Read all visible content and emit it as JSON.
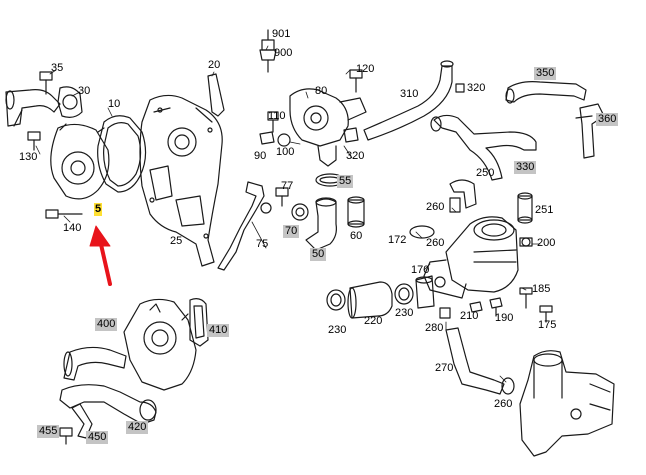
{
  "diagram": {
    "highlight_color": "#ffe033",
    "callout_color": "#c4c4c4",
    "arrow_color": "#e8141b",
    "highlighted_part": "5",
    "labels": {
      "p35": "35",
      "p30": "30",
      "p10": "10",
      "p20": "20",
      "p130": "130",
      "p5": "5",
      "p140": "140",
      "p25": "25",
      "p75": "75",
      "p901": "901",
      "p900": "900",
      "p120": "120",
      "p80": "80",
      "p110": "110",
      "p90": "90",
      "p100": "100",
      "p320a": "320",
      "p55": "55",
      "p77": "77",
      "p70": "70",
      "p50": "50",
      "p60": "60",
      "p310": "310",
      "p320b": "320",
      "p350": "350",
      "p360": "360",
      "p330": "330",
      "p250": "250",
      "p251": "251",
      "p260a": "260",
      "p260b": "260",
      "p172": "172",
      "p200": "200",
      "p170": "170",
      "p185": "185",
      "p190": "190",
      "p210": "210",
      "p175": "175",
      "p230a": "230",
      "p220": "220",
      "p230b": "230",
      "p280": "280",
      "p270": "270",
      "p260c": "260",
      "p400": "400",
      "p410": "410",
      "p420": "420",
      "p450": "450",
      "p455": "455"
    }
  }
}
